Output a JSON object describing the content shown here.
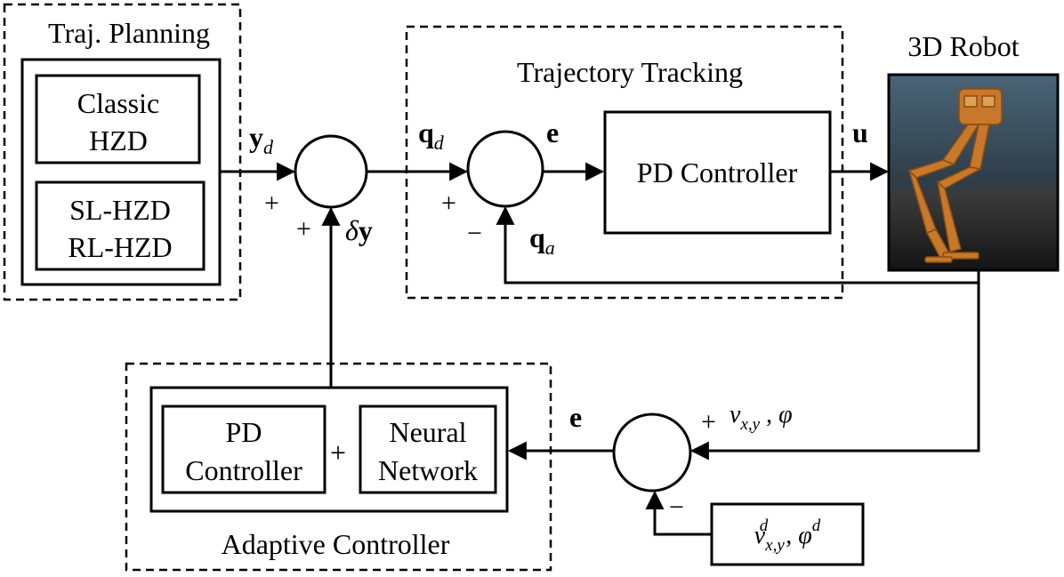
{
  "groups": {
    "traj_planning": "Traj. Planning",
    "trajectory_tracking": "Trajectory Tracking",
    "robot": "3D Robot",
    "adaptive_controller": "Adaptive Controller"
  },
  "blocks": {
    "classic_hzd": [
      "Classic",
      "HZD"
    ],
    "learning_hzd": [
      "SL-HZD",
      "RL-HZD"
    ],
    "pd_controller": "PD Controller",
    "adaptive_pd": [
      "PD",
      "Controller"
    ],
    "neural_network": [
      "Neural",
      "Network"
    ],
    "desired_velocity": "v^d_{x,y}, φ^d"
  },
  "signals": {
    "y_d": "y_d",
    "delta_y": "δy",
    "q_d": "q_d",
    "e_top": "e",
    "u": "u",
    "q_a": "q_a",
    "e_bottom": "e",
    "v_phi": "v_{x,y}, φ"
  },
  "signs": {
    "plus": "+",
    "minus": "−"
  },
  "colors": {
    "line": "#000000",
    "robot_bg_top": "#3d5566",
    "robot_bg_bottom": "#1a1a1a",
    "robot_body": "#c8782a"
  }
}
